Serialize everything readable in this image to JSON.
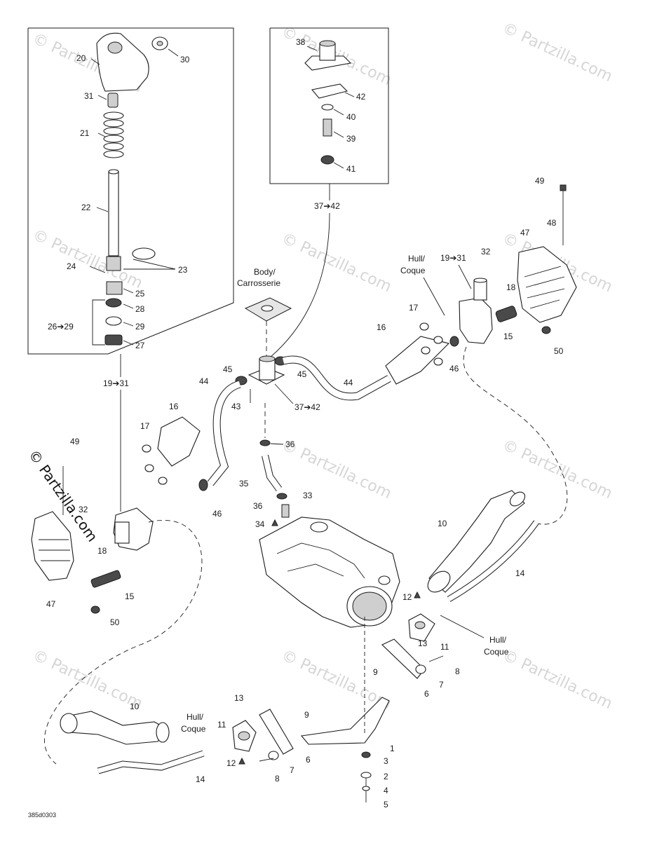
{
  "diagram": {
    "drawing_code": "385d0303",
    "watermark": "© Partzilla.com",
    "callouts": {
      "p1": "1",
      "p2": "2",
      "p3": "3",
      "p4": "4",
      "p5": "5",
      "p6a": "6",
      "p6b": "6",
      "p7a": "7",
      "p7b": "7",
      "p8a": "8",
      "p8b": "8",
      "p9a": "9",
      "p9b": "9",
      "p10a": "10",
      "p10b": "10",
      "p11a": "11",
      "p11b": "11",
      "p12a": "12",
      "p12b": "12",
      "p13a": "13",
      "p13b": "13",
      "p14a": "14",
      "p14b": "14",
      "p15a": "15",
      "p15b": "15",
      "p16a": "16",
      "p16b": "16",
      "p17a": "17",
      "p17b": "17",
      "p18a": "18",
      "p18b": "18",
      "p20": "20",
      "p21": "21",
      "p22": "22",
      "p23": "23",
      "p24": "24",
      "p25": "25",
      "p27": "27",
      "p28": "28",
      "p29": "29",
      "p30": "30",
      "p31": "31",
      "p32a": "32",
      "p32b": "32",
      "p33": "33",
      "p34": "34",
      "p35": "35",
      "p36a": "36",
      "p36b": "36",
      "p38": "38",
      "p39": "39",
      "p40": "40",
      "p41": "41",
      "p42": "42",
      "p43": "43",
      "p44a": "44",
      "p44b": "44",
      "p45a": "45",
      "p45b": "45",
      "p46a": "46",
      "p46b": "46",
      "p47a": "47",
      "p47b": "47",
      "p48": "48",
      "p49a": "49",
      "p49b": "49",
      "p50a": "50",
      "p50b": "50"
    },
    "ranges": {
      "r26_29": "26➔29",
      "r19_31a": "19➔31",
      "r19_31b": "19➔31",
      "r37_42a": "37➔42",
      "r37_42b": "37➔42"
    },
    "notes": {
      "body_1": "Body/",
      "body_2": "Carrosserie",
      "hull_1": "Hull/",
      "hull_2": "Coque"
    }
  }
}
